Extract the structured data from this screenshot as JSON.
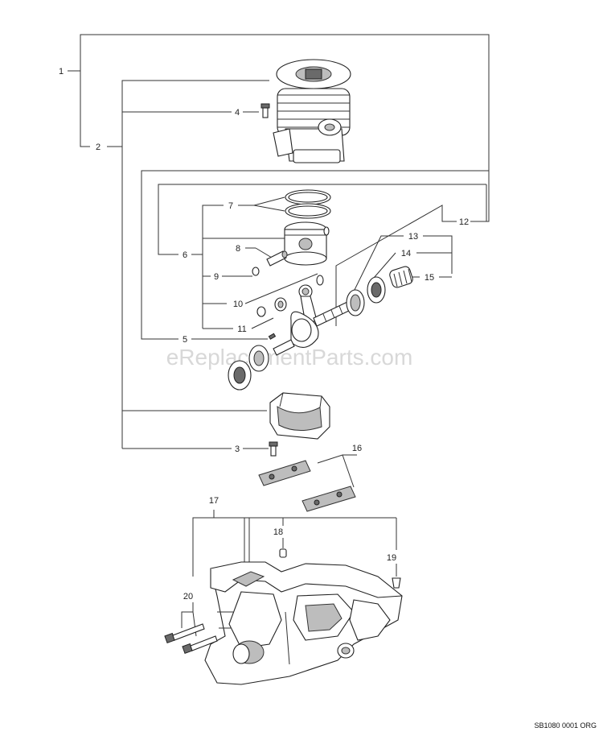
{
  "callouts": {
    "c1": "1",
    "c2": "2",
    "c3": "3",
    "c4": "4",
    "c5": "5",
    "c6": "6",
    "c7": "7",
    "c8": "8",
    "c9": "9",
    "c10": "10",
    "c11": "11",
    "c12": "12",
    "c13": "13",
    "c14": "14",
    "c15": "15",
    "c16": "16",
    "c17": "17",
    "c18": "18",
    "c19": "19",
    "c20": "20"
  },
  "watermark": "eReplacementParts.com",
  "diagram_code": "SB1080 0001 ORG"
}
